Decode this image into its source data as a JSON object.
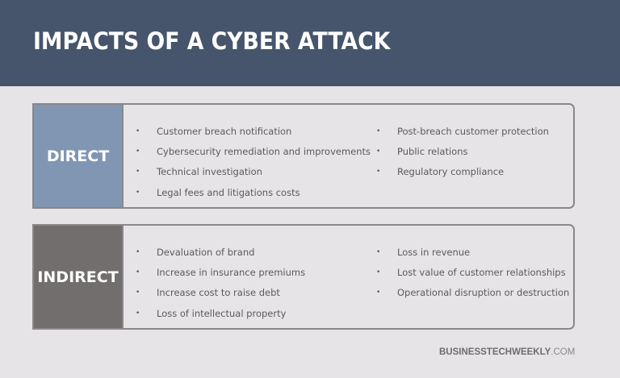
{
  "header": {
    "title": "IMPACTS OF A CYBER ATTACK"
  },
  "colors": {
    "header_bg": "#46556c",
    "direct_label_bg": "#8096b2",
    "indirect_label_bg": "#726e6e",
    "page_bg": "#e6e4e6"
  },
  "direct": {
    "label": "DIRECT",
    "col1": [
      "Customer breach notification",
      "Cybersecurity remediation and improvements",
      "Technical investigation",
      "Legal fees and litigations costs"
    ],
    "col2": [
      "Post-breach customer protection",
      "Public relations",
      "Regulatory compliance"
    ]
  },
  "indirect": {
    "label": "INDIRECT",
    "col1": [
      "Devaluation of brand",
      "Increase in insurance premiums",
      "Increase cost to raise debt",
      "Loss of intellectual property"
    ],
    "col2": [
      "Loss in revenue",
      "Lost value of customer relationships",
      "Operational disruption or destruction"
    ]
  },
  "footer": {
    "brand": "BUSINESSTECHWEEKLY",
    "tld": ".COM"
  },
  "bullet": "•"
}
